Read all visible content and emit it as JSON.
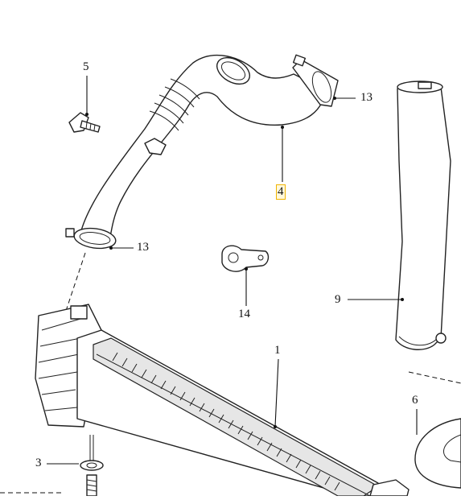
{
  "callouts": {
    "c1": "1",
    "c3": "3",
    "c4": "4",
    "c5": "5",
    "c6": "6",
    "c9": "9",
    "c13a": "13",
    "c13b": "13",
    "c14": "14"
  },
  "highlight_color": "#f0b400"
}
